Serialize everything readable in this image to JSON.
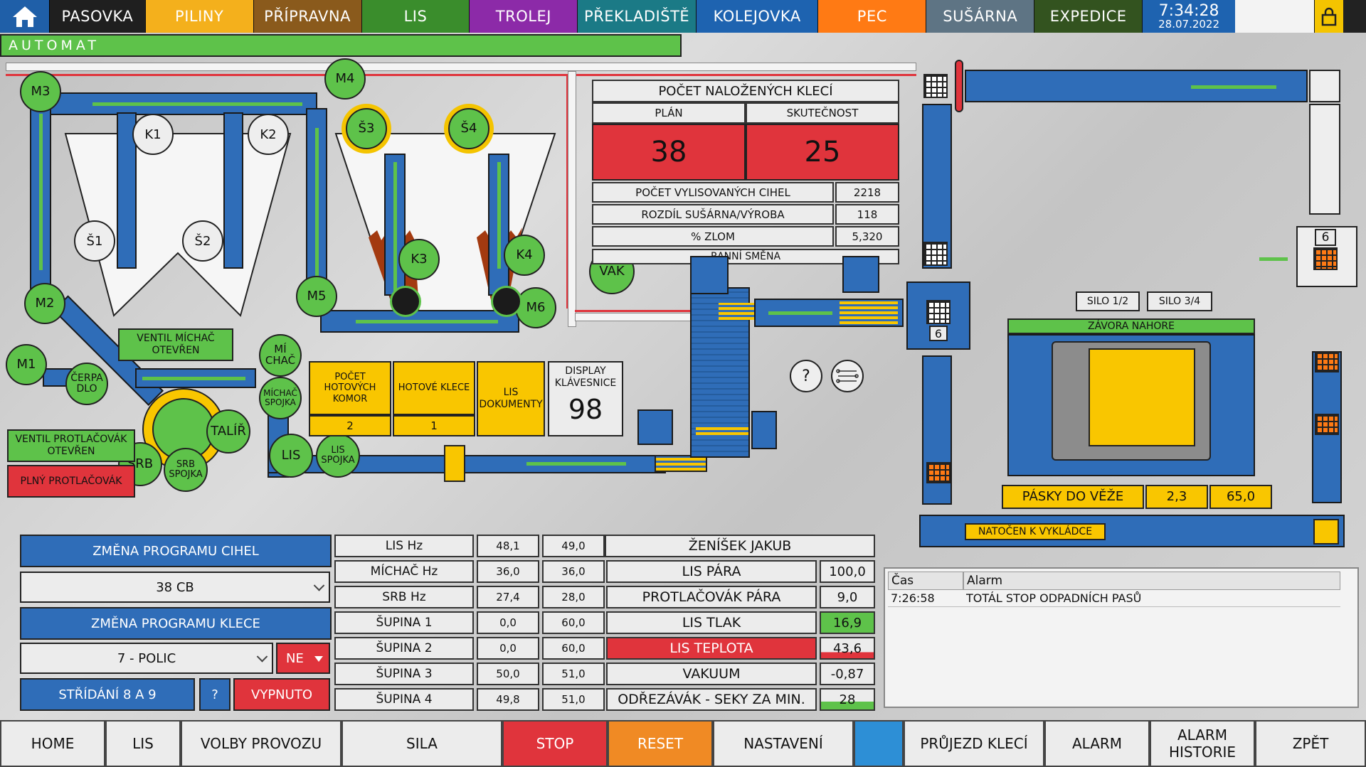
{
  "nav": {
    "tabs": [
      {
        "label": "PASOVKA",
        "color": "#1f1f1f",
        "text": "#ffffff"
      },
      {
        "label": "PILINY",
        "color": "#f4b01c",
        "text": "#ffffff"
      },
      {
        "label": "PŘÍPRAVNA",
        "color": "#8a5a1c",
        "text": "#ffffff"
      },
      {
        "label": "LIS",
        "color": "#3a8d2c",
        "text": "#ffffff"
      },
      {
        "label": "TROLEJ",
        "color": "#8c2aa8",
        "text": "#ffffff"
      },
      {
        "label": "PŘEKLADIŠTĚ",
        "color": "#1b7a86",
        "text": "#ffffff"
      },
      {
        "label": "KOLEJOVKA",
        "color": "#1e63b0",
        "text": "#ffffff"
      },
      {
        "label": "PEC",
        "color": "#ff7a14",
        "text": "#ffffff"
      },
      {
        "label": "SUŠÁRNA",
        "color": "#5e7484",
        "text": "#ffffff"
      },
      {
        "label": "EXPEDICE",
        "color": "#33531f",
        "text": "#ffffff"
      }
    ],
    "time": "7:34:28",
    "date": "28.07.2022"
  },
  "mode": "AUTOMAT",
  "motors": {
    "m1": "M1",
    "m2": "M2",
    "m3": "M3",
    "m4": "M4",
    "m5": "M5",
    "m6": "M6",
    "k3": "K3",
    "k4": "K4",
    "s3": "Š3",
    "s4": "Š4",
    "vak": "VAK",
    "micha": "MÍ\nCHAČ",
    "michac_spojka": "MÍCHAČ SPOJKA",
    "cerpadlo": "ČERPA DLO",
    "talir": "TALÍŘ",
    "srb": "SRB",
    "srb_spojka": "SRB SPOJKA",
    "lis": "LIS",
    "lis_spojka": "LIS SPOJKA"
  },
  "sensors": {
    "k1": "K1",
    "k2": "K2",
    "s1": "Š1",
    "s2": "Š2"
  },
  "labels": {
    "ventil_michac": "VENTIL MÍCHAČ OTEVŘEN",
    "ventil_protlacovak": "VENTIL PROTLAČOVÁK OTEVŘEN",
    "plny_protlacovak": "PLNÝ PROTLAČOVÁK",
    "pocet_hotovych_komor": "POČET HOTOVÝCH KOMOR",
    "hotove_klece": "HOTOVÉ KLECE",
    "lis_dokumenty": "LIS DOKUMENTY",
    "display_klavesnice": "DISPLAY KLÁVESNICE",
    "pocet_hotovych_komor_val": "2",
    "hotove_klece_val": "1",
    "display_val": "98",
    "help": "?",
    "silo12": "SILO 1/2",
    "silo34": "SILO 3/4",
    "zavora": "ZÁVORA NAHORE",
    "pasky_do_veze": "PÁSKY DO VĚŽE",
    "pasky_v1": "2,3",
    "pasky_v2": "65,0",
    "natocen": "NATOČEN K VYKLÁDCE",
    "cage6a": "6",
    "cage6b": "6"
  },
  "cages": {
    "title": "POČET NALOŽENÝCH KLECÍ",
    "plan_label": "PLÁN",
    "real_label": "SKUTEČNOST",
    "plan_value": "38",
    "real_value": "25",
    "rows": [
      {
        "label": "POČET VYLISOVANÝCH CIHEL",
        "value": "2218"
      },
      {
        "label": "ROZDÍL SUŠÁRNA/VÝROBA",
        "value": "118"
      },
      {
        "label": "% ZLOM",
        "value": "5,320"
      }
    ],
    "shift": "RANNÍ SMĚNA"
  },
  "program": {
    "change_bricks": "ZMĚNA PROGRAMU CIHEL",
    "brick_selected": "38 CB",
    "change_cage": "ZMĚNA PROGRAMU KLECE",
    "cage_selected": "7 - POLIC",
    "cage_ne": "NE",
    "alternate": "STŘÍDÁNÍ 8 A 9",
    "alternate_help": "?",
    "alternate_state": "VYPNUTO"
  },
  "freq_table": [
    {
      "label": "LIS Hz",
      "v1": "48,1",
      "v2": "49,0"
    },
    {
      "label": "MÍCHAČ Hz",
      "v1": "36,0",
      "v2": "36,0"
    },
    {
      "label": "SRB Hz",
      "v1": "27,4",
      "v2": "28,0"
    },
    {
      "label": "ŠUPINA 1",
      "v1": "0,0",
      "v2": "60,0"
    },
    {
      "label": "ŠUPINA 2",
      "v1": "0,0",
      "v2": "60,0"
    },
    {
      "label": "ŠUPINA 3",
      "v1": "50,0",
      "v2": "51,0"
    },
    {
      "label": "ŠUPINA 4",
      "v1": "49,8",
      "v2": "51,0"
    }
  ],
  "operator": "ŽENÍŠEK JAKUB",
  "process_table": [
    {
      "label": "LIS PÁRA",
      "value": "100,0",
      "state": "normal",
      "fill": 0
    },
    {
      "label": "PROTLAČOVÁK PÁRA",
      "value": "9,0",
      "state": "normal",
      "fill": 0
    },
    {
      "label": "LIS TLAK",
      "value": "16,9",
      "state": "normal",
      "fill": 1
    },
    {
      "label": "LIS TEPLOTA",
      "value": "43,6",
      "state": "alarm",
      "fill": 0.3
    },
    {
      "label": "VAKUUM",
      "value": "-0,87",
      "state": "normal",
      "fill": 0
    },
    {
      "label": "ODŘEZÁVÁK - SEKY ZA MIN.",
      "value": "28",
      "state": "normal",
      "fill": 0.4
    }
  ],
  "alarm": {
    "col_time": "Čas",
    "col_alarm": "Alarm",
    "rows": [
      {
        "time": "7:26:58",
        "text": "TOTÁL STOP ODPADNÍCH PASŮ"
      }
    ]
  },
  "bottom": [
    {
      "label": "HOME",
      "bg": "#ececec",
      "w": 148
    },
    {
      "label": "LIS",
      "bg": "#ececec",
      "w": 106
    },
    {
      "label": "VOLBY PROVOZU",
      "bg": "#ececec",
      "w": 226
    },
    {
      "label": "SILA",
      "bg": "#ececec",
      "w": 226
    },
    {
      "label": "STOP",
      "bg": "#e0343c",
      "w": 148
    },
    {
      "label": "RESET",
      "bg": "#f08a24",
      "w": 148
    },
    {
      "label": "NASTAVENÍ",
      "bg": "#ececec",
      "w": 198
    },
    {
      "label": "",
      "bg": "#2d8fd6",
      "w": 70
    },
    {
      "label": "PRŮJEZD KLECÍ",
      "bg": "#ececec",
      "w": 198
    },
    {
      "label": "ALARM",
      "bg": "#ececec",
      "w": 148
    },
    {
      "label": "ALARM HISTORIE",
      "bg": "#ececec",
      "w": 148
    },
    {
      "label": "ZPĚT",
      "bg": "#ececec",
      "w": 156
    }
  ]
}
